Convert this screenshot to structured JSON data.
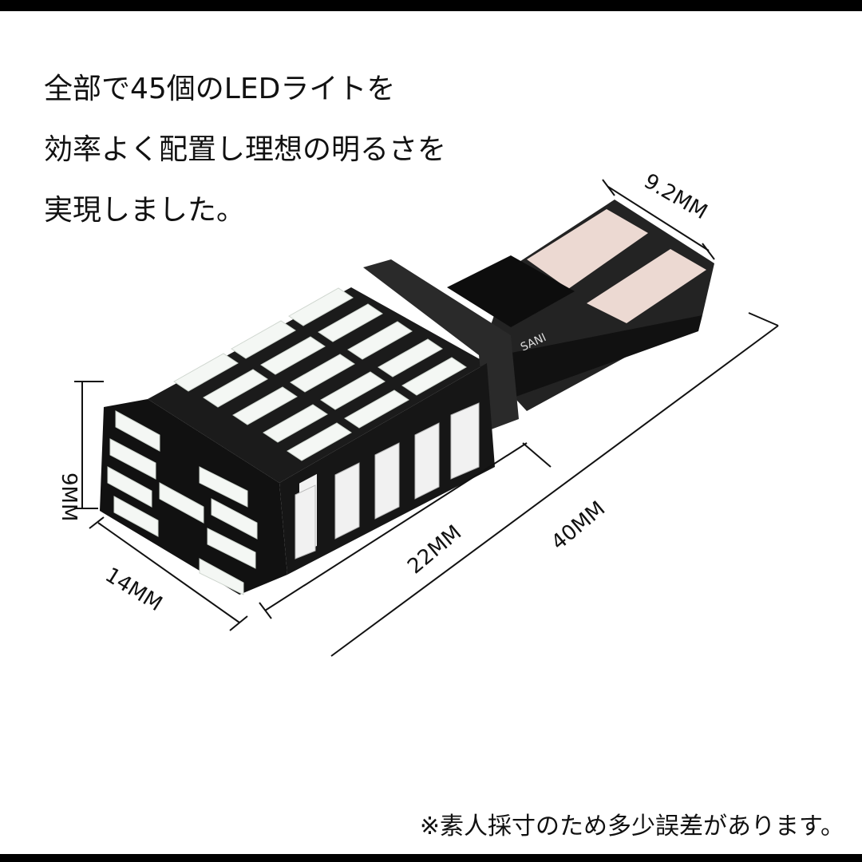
{
  "headline": {
    "lines": [
      "全部で45個のLEDライトを",
      "効率よく配置し理想の明るさを",
      "実現しました。"
    ]
  },
  "dimensions": {
    "top_width": "9.2MM",
    "total_length": "40MM",
    "body_length": "22MM",
    "height": "9MM",
    "width": "14MM"
  },
  "pcb_marking": "SANI",
  "note": "※素人採寸のため多少誤差があります。",
  "colors": {
    "background": "#ffffff",
    "bars": "#000000",
    "led": "#f4f7f4",
    "pcb": "#1a1a1a",
    "pad": "#ecd9d2"
  }
}
